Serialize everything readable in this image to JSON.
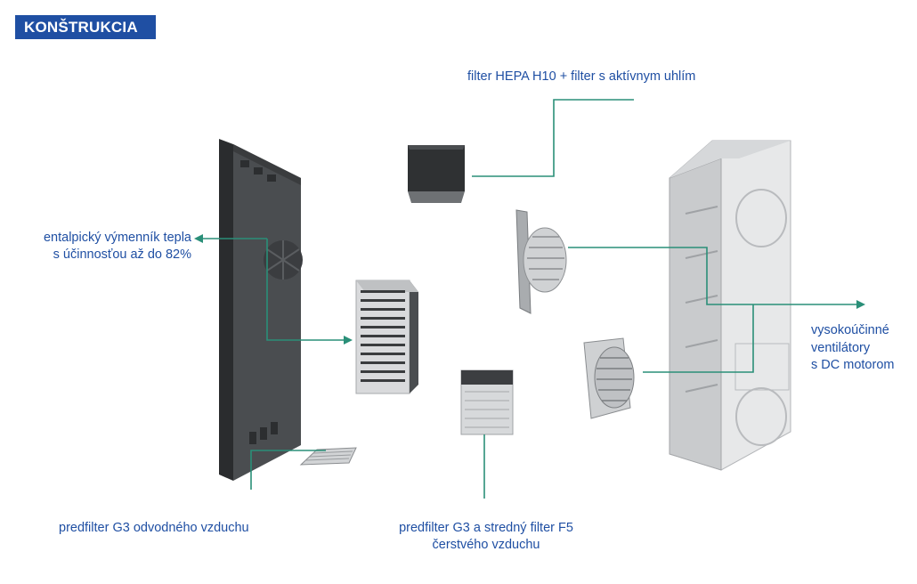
{
  "section_title": "KONŠTRUKCIA",
  "labels": {
    "hepa": "filter HEPA H10 + filter s aktívnym uhlím",
    "exchanger_1": "entalpický výmenník tepla",
    "exchanger_2": "s účinnosťou až do 82%",
    "fans_1": "vysokoúčinné",
    "fans_2": "ventilátory",
    "fans_3": "s DC motorom",
    "prefilter_exhaust": "predfilter G3 odvodného vzduchu",
    "prefilter_fresh_1": "predfilter G3 a stredný filter F5",
    "prefilter_fresh_2": "čerstvého vzduchu"
  },
  "colors": {
    "accent": "#1f4fa3",
    "leader": "#2a8f78",
    "panel": "#4a4d50",
    "housing": "#e6e7e8"
  }
}
